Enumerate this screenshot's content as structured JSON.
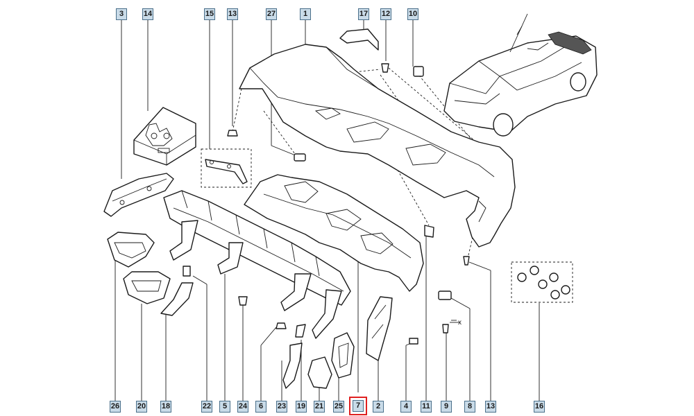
{
  "callouts": [
    {
      "id": "c3",
      "num": "3"
    },
    {
      "id": "c14",
      "num": "14"
    },
    {
      "id": "c15",
      "num": "15"
    },
    {
      "id": "c13a",
      "num": "13"
    },
    {
      "id": "c27",
      "num": "27"
    },
    {
      "id": "c1",
      "num": "1"
    },
    {
      "id": "c17",
      "num": "17"
    },
    {
      "id": "c12",
      "num": "12"
    },
    {
      "id": "c10",
      "num": "10"
    },
    {
      "id": "c26",
      "num": "26"
    },
    {
      "id": "c20",
      "num": "20"
    },
    {
      "id": "c18",
      "num": "18"
    },
    {
      "id": "c22",
      "num": "22"
    },
    {
      "id": "c5",
      "num": "5"
    },
    {
      "id": "c24",
      "num": "24"
    },
    {
      "id": "c6",
      "num": "6"
    },
    {
      "id": "c23",
      "num": "23"
    },
    {
      "id": "c19",
      "num": "19"
    },
    {
      "id": "c21",
      "num": "21"
    },
    {
      "id": "c25",
      "num": "25"
    },
    {
      "id": "c7",
      "num": "7"
    },
    {
      "id": "c2",
      "num": "2"
    },
    {
      "id": "c4",
      "num": "4"
    },
    {
      "id": "c11",
      "num": "11"
    },
    {
      "id": "c9",
      "num": "9"
    },
    {
      "id": "c8",
      "num": "8"
    },
    {
      "id": "c13b",
      "num": "13"
    },
    {
      "id": "c16",
      "num": "16"
    }
  ],
  "selected_callout": "7",
  "highlight_color": "#e02020",
  "callout_fill": "#c9dbe8",
  "dimension_mark": "x"
}
